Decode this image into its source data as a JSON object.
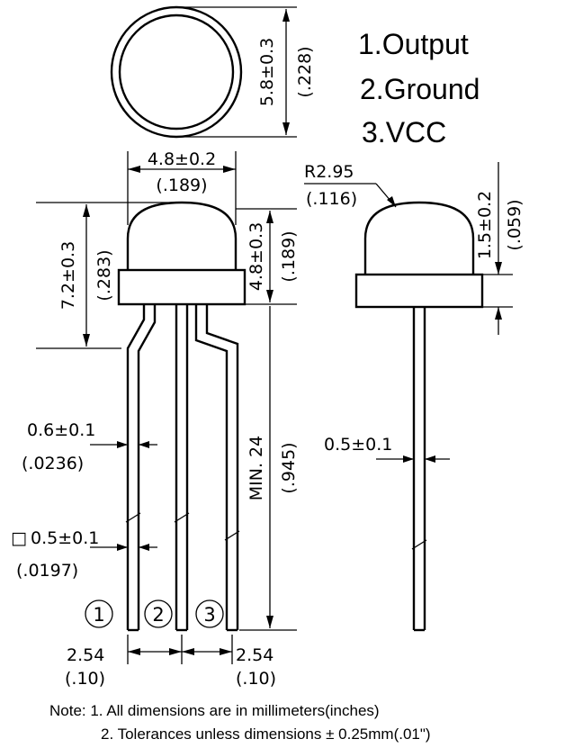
{
  "pins": {
    "pin1": "1.Output",
    "pin2": "2.Ground",
    "pin3": "3.VCC"
  },
  "top_view": {
    "dia_mm": "5.8±0.3",
    "dia_in": "(.228)"
  },
  "front_view": {
    "width_mm": "4.8±0.2",
    "width_in": "(.189)",
    "overall_mm": "7.2±0.3",
    "overall_in": "(.283)",
    "dome_mm": "4.8±0.3",
    "dome_in": "(.189)",
    "lead_w_mm": "0.6±0.1",
    "lead_w_in": "(.0236)",
    "lead_sq_mm": "0.5±0.1",
    "lead_sq_in": "(.0197)",
    "lead_len_mm": "MIN. 24",
    "lead_len_in": "(.945)",
    "pitch_left_mm": "2.54",
    "pitch_left_in": "(.10)",
    "pitch_right_mm": "2.54",
    "pitch_right_in": "(.10)",
    "pin_numbers": [
      "1",
      "2",
      "3"
    ],
    "square_symbol": "□"
  },
  "side_view": {
    "radius_mm": "R2.95",
    "radius_in": "(.116)",
    "flange_mm": "1.5±0.2",
    "flange_in": "(.059)",
    "lead_mm": "0.5±0.1"
  },
  "notes": {
    "line1": "Note: 1. All dimensions are in millimeters(inches)",
    "line2": "2. Tolerances unless dimensions ± 0.25mm(.01\")"
  }
}
